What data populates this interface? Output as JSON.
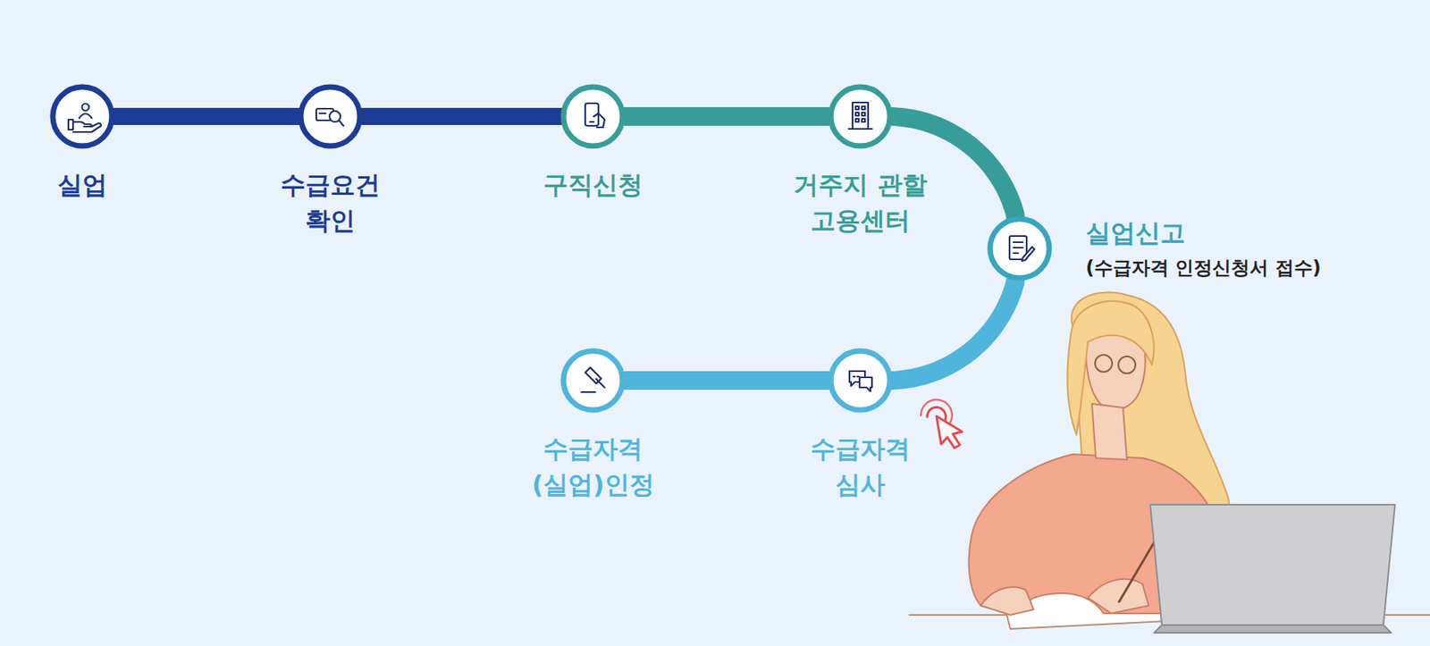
{
  "diagram": {
    "nodes": [
      {
        "text": [
          "실업"
        ]
      },
      {
        "text": [
          "수급요건 확인"
        ]
      },
      {
        "text": [
          "구직신청"
        ]
      },
      {
        "text": [
          "거주지 관할 고용센터"
        ]
      },
      {
        "text": [
          "실업신고",
          "(수급자격 인정신청서 접수)"
        ]
      },
      {
        "text": [
          "수급자격 심사"
        ]
      },
      {
        "text": [
          "수급자격 (실업)인정"
        ]
      }
    ],
    "edges": [
      {
        "from": 0,
        "to": 1,
        "arrow": "none"
      },
      {
        "from": 1,
        "to": 2,
        "arrow": "none"
      },
      {
        "from": 2,
        "to": 3,
        "arrow": "none"
      },
      {
        "from": 3,
        "to": 4,
        "arrow": "none"
      },
      {
        "from": 4,
        "to": 5,
        "arrow": "none"
      },
      {
        "from": 5,
        "to": 6,
        "arrow": "none"
      }
    ]
  }
}
